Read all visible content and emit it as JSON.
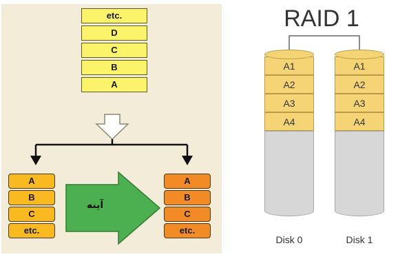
{
  "mirror_diagram": {
    "source_blocks": [
      "etc.",
      "D",
      "C",
      "B",
      "A"
    ],
    "left_disk_blocks": [
      "A",
      "B",
      "C",
      "etc."
    ],
    "right_disk_blocks": [
      "A",
      "B",
      "C",
      "etc."
    ],
    "arrow_label": "آینه"
  },
  "raid1_diagram": {
    "title": "RAID 1",
    "disks": [
      {
        "label": "Disk 0",
        "blocks": [
          "A1",
          "A2",
          "A3",
          "A4"
        ]
      },
      {
        "label": "Disk 1",
        "blocks": [
          "A1",
          "A2",
          "A3",
          "A4"
        ]
      }
    ]
  },
  "colors": {
    "panel_bg": "#f3ecd8",
    "source_block": "#fbf46a",
    "left_disk_block": "#f7b820",
    "right_disk_block": "#f28a26",
    "arrow_green": "#4caf50",
    "raid_block": "#f4d474",
    "raid_empty": "#d7d7d7"
  }
}
